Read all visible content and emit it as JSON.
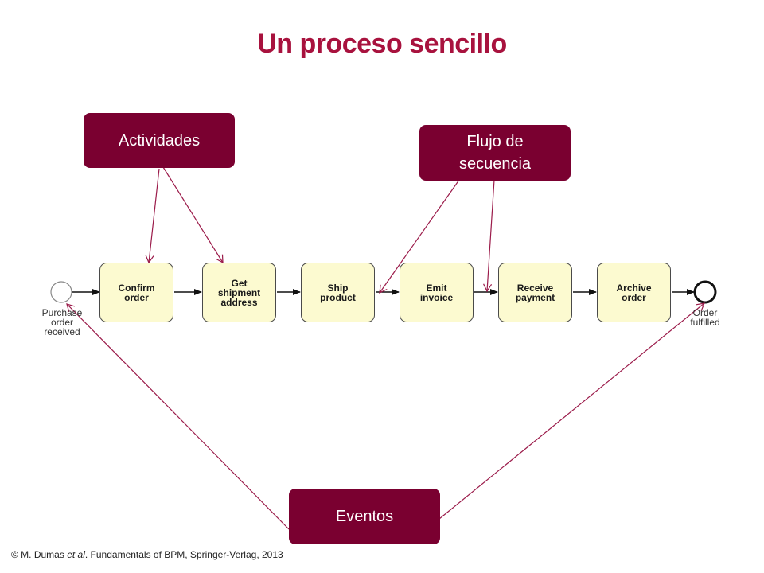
{
  "title": "Un proceso sencillo",
  "callouts": {
    "activities": "Actividades",
    "sequence_flow_line1": "Flujo de",
    "sequence_flow_line2": "secuencia",
    "events": "Eventos"
  },
  "start_event": {
    "line1": "Purchase",
    "line2": "order",
    "line3": "received"
  },
  "end_event": {
    "line1": "Order",
    "line2": "fulfilled"
  },
  "tasks": [
    {
      "line1": "Confirm",
      "line2": "order",
      "line3": ""
    },
    {
      "line1": "Get",
      "line2": "shipment",
      "line3": "address"
    },
    {
      "line1": "Ship",
      "line2": "product",
      "line3": ""
    },
    {
      "line1": "Emit",
      "line2": "invoice",
      "line3": ""
    },
    {
      "line1": "Receive",
      "line2": "payment",
      "line3": ""
    },
    {
      "line1": "Archive",
      "line2": "order",
      "line3": ""
    }
  ],
  "footer": {
    "prefix": "© M. Dumas ",
    "italic": "et al",
    "suffix": ". Fundamentals of BPM, Springer-Verlag, 2013"
  },
  "colors": {
    "title": "#A8123E",
    "callout_fill": "#7A0030",
    "pointer_line": "#9B1B4A",
    "task_fill": "#FCFAD0"
  }
}
